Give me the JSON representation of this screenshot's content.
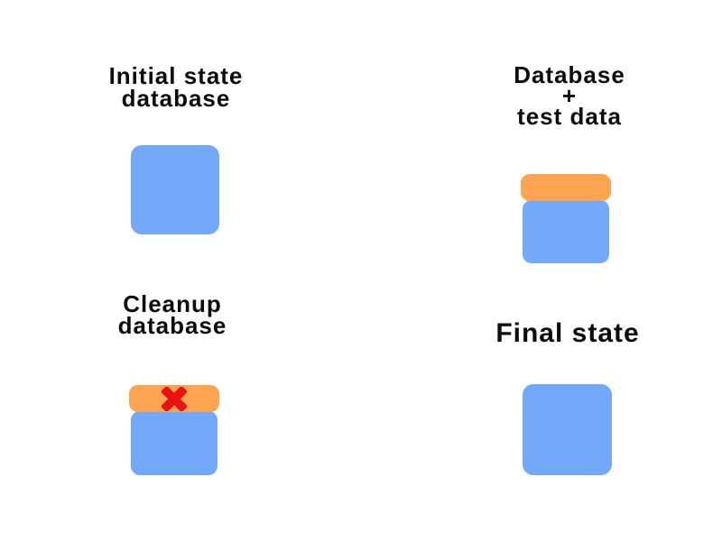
{
  "colors": {
    "background": "#ffffff",
    "text": "#0c0c0c",
    "database_blue": "#74a9fa",
    "test_data_orange": "#fca452",
    "delete_red": "#e81212"
  },
  "panels": [
    {
      "name": "initial-state",
      "lines": [
        "Initial state",
        "database"
      ]
    },
    {
      "name": "database-plus-test-data",
      "lines": [
        "Database",
        "+",
        "test data"
      ]
    },
    {
      "name": "cleanup-database",
      "lines": [
        "Cleanup",
        "database"
      ]
    },
    {
      "name": "final-state",
      "lines": [
        "Final state"
      ]
    }
  ],
  "icons": {
    "delete_x": "heavy-x-cross"
  }
}
